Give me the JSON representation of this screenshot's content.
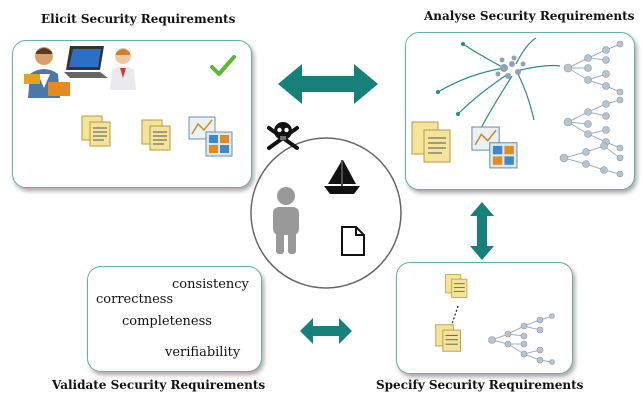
{
  "phases": {
    "elicit": {
      "title": "Elicit Security Requirements"
    },
    "analyse": {
      "title": "Analyse Security Requirements"
    },
    "specify": {
      "title": "Specify Security Requirements"
    },
    "validate": {
      "title": "Validate Security Requirements",
      "qualities": [
        "consistency",
        "correctness",
        "completeness",
        "verifiability"
      ]
    }
  },
  "colors": {
    "panel_border": "#6aaea6",
    "arrow": "#16807a",
    "doc_fill": "#f4e39a",
    "check": "#5db832"
  },
  "icons": {
    "elicit": [
      "stakeholder-person-icon",
      "laptop-icon",
      "analyst-person-icon",
      "checkmark-icon",
      "document-icon",
      "diagram-icon"
    ],
    "center": [
      "pirate-icon",
      "sailboat-icon",
      "person-silhouette-icon",
      "blank-document-icon"
    ]
  }
}
